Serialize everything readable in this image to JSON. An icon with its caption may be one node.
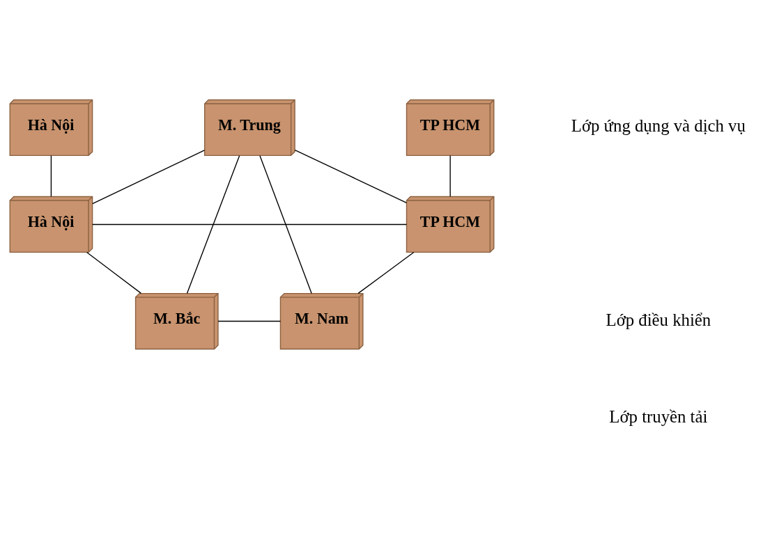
{
  "diagram": {
    "nodes": [
      {
        "text": [
          "Hà Nội"
        ]
      },
      {
        "text": [
          "TP HCM"
        ]
      },
      {
        "text": [
          "M. Trung"
        ]
      },
      {
        "text": [
          "Hà Nội"
        ]
      },
      {
        "text": [
          "TP HCM"
        ]
      },
      {
        "text": [
          "M. Bắc"
        ]
      },
      {
        "text": [
          "M. Nam"
        ]
      }
    ],
    "edges": [
      {
        "from": 0,
        "to": 3,
        "arrow": "none"
      },
      {
        "from": 1,
        "to": 4,
        "arrow": "none"
      },
      {
        "from": 2,
        "to": 3,
        "arrow": "none"
      },
      {
        "from": 2,
        "to": 5,
        "arrow": "none"
      },
      {
        "from": 2,
        "to": 4,
        "arrow": "none"
      },
      {
        "from": 2,
        "to": 6,
        "arrow": "none"
      },
      {
        "from": 3,
        "to": 4,
        "arrow": "none"
      },
      {
        "from": 3,
        "to": 5,
        "arrow": "none"
      },
      {
        "from": 4,
        "to": 6,
        "arrow": "none"
      },
      {
        "from": 5,
        "to": 6,
        "arrow": "none"
      }
    ],
    "labels": [
      "Lớp ứng dụng và dịch vụ",
      "Lớp điều khiển",
      "Lớp truyền tải"
    ]
  }
}
